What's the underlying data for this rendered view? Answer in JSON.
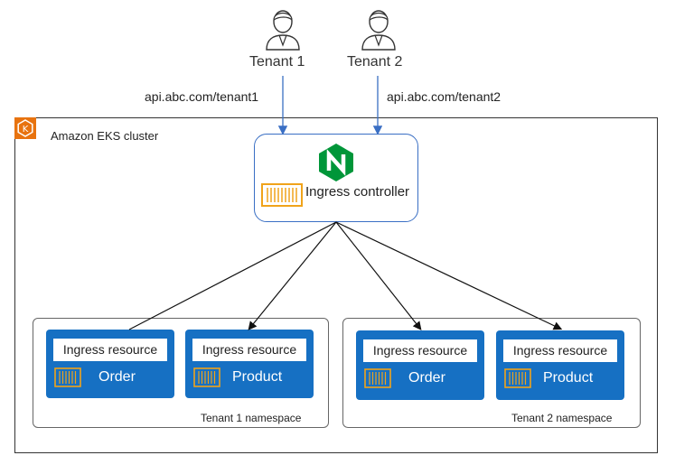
{
  "tenants": [
    {
      "name": "Tenant 1",
      "url": "api.abc.com/tenant1"
    },
    {
      "name": "Tenant 2",
      "url": "api.abc.com/tenant2"
    }
  ],
  "cluster": {
    "label": "Amazon EKS cluster"
  },
  "ingress_controller": {
    "label": "Ingress controller",
    "logo_letter": "N"
  },
  "namespaces": [
    {
      "label": "Tenant 1 namespace",
      "services": [
        {
          "resource_label": "Ingress resource",
          "name": "Order"
        },
        {
          "resource_label": "Ingress resource",
          "name": "Product"
        }
      ]
    },
    {
      "label": "Tenant 2 namespace",
      "services": [
        {
          "resource_label": "Ingress resource",
          "name": "Order"
        },
        {
          "resource_label": "Ingress resource",
          "name": "Product"
        }
      ]
    }
  ],
  "colors": {
    "service_blue": "#1670c3",
    "ingress_border": "#3a6fc4",
    "nginx_green": "#009639",
    "eks_orange": "#e8730f",
    "container_orange": "#f0a31a"
  }
}
